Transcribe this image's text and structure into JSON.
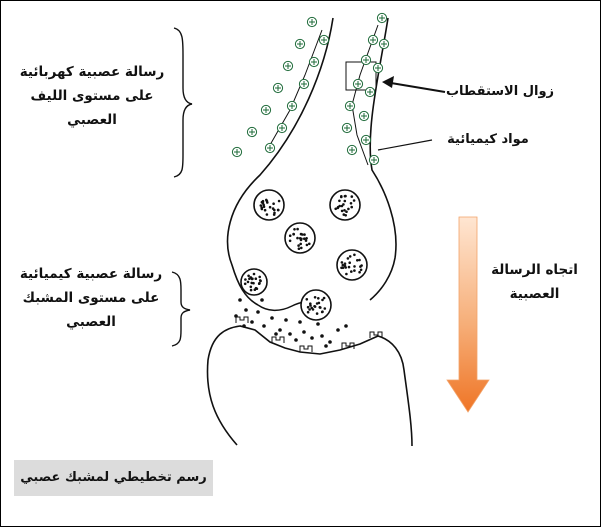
{
  "labels": {
    "electric_message": "رسالة عصبية كهربائية على مستوى الليف العصبي",
    "chemical_message": "رسالة عصبية كيميائية على مستوى المشبك العصبي",
    "depolarization": "زوال الاستقطاب",
    "chemicals": "مواد كيميائية",
    "direction": "اتجاه الرسالة العصبية",
    "caption": "رسم تخطيطي لمشبك عصبي"
  },
  "charge_symbol": "⊕",
  "colors": {
    "charge": "#1f6b3a",
    "arrow_top": "#ffe2c8",
    "arrow_bottom": "#f07a2c",
    "caption_bg": "#dcdcdc"
  }
}
